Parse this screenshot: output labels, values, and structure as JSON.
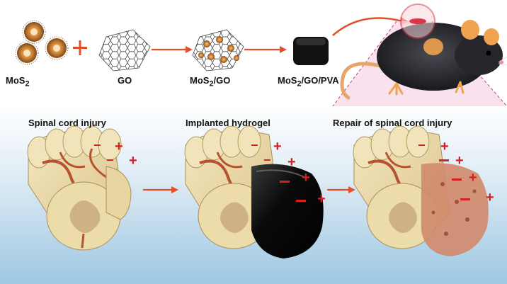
{
  "top_row": {
    "mos2": {
      "text": "MoS",
      "sub": "2"
    },
    "plus": "+",
    "go": {
      "text": "GO"
    },
    "composite": {
      "text": "MoS",
      "sub": "2",
      "suffix": "/GO"
    },
    "hydrogel": {
      "text": "MoS",
      "sub": "2",
      "suffix": "/GO/PVA"
    }
  },
  "stages": [
    {
      "title": "Spinal cord injury"
    },
    {
      "title": "Implanted hydrogel"
    },
    {
      "title": "Repair of spinal cord injury"
    }
  ],
  "charge": {
    "plus": "+",
    "minus": "−"
  },
  "colors": {
    "arrow": "#e2502a",
    "charge_plus": "#d42020",
    "charge_minus": "#d42020",
    "bg_gradient_top": "#ffffff",
    "bg_gradient_bottom": "#9fc8e3",
    "tissue": "#ead9a6",
    "vessel": "#b5532c",
    "hydrogel": "#0b0b0b",
    "repair_tissue": "#d28a6c"
  }
}
